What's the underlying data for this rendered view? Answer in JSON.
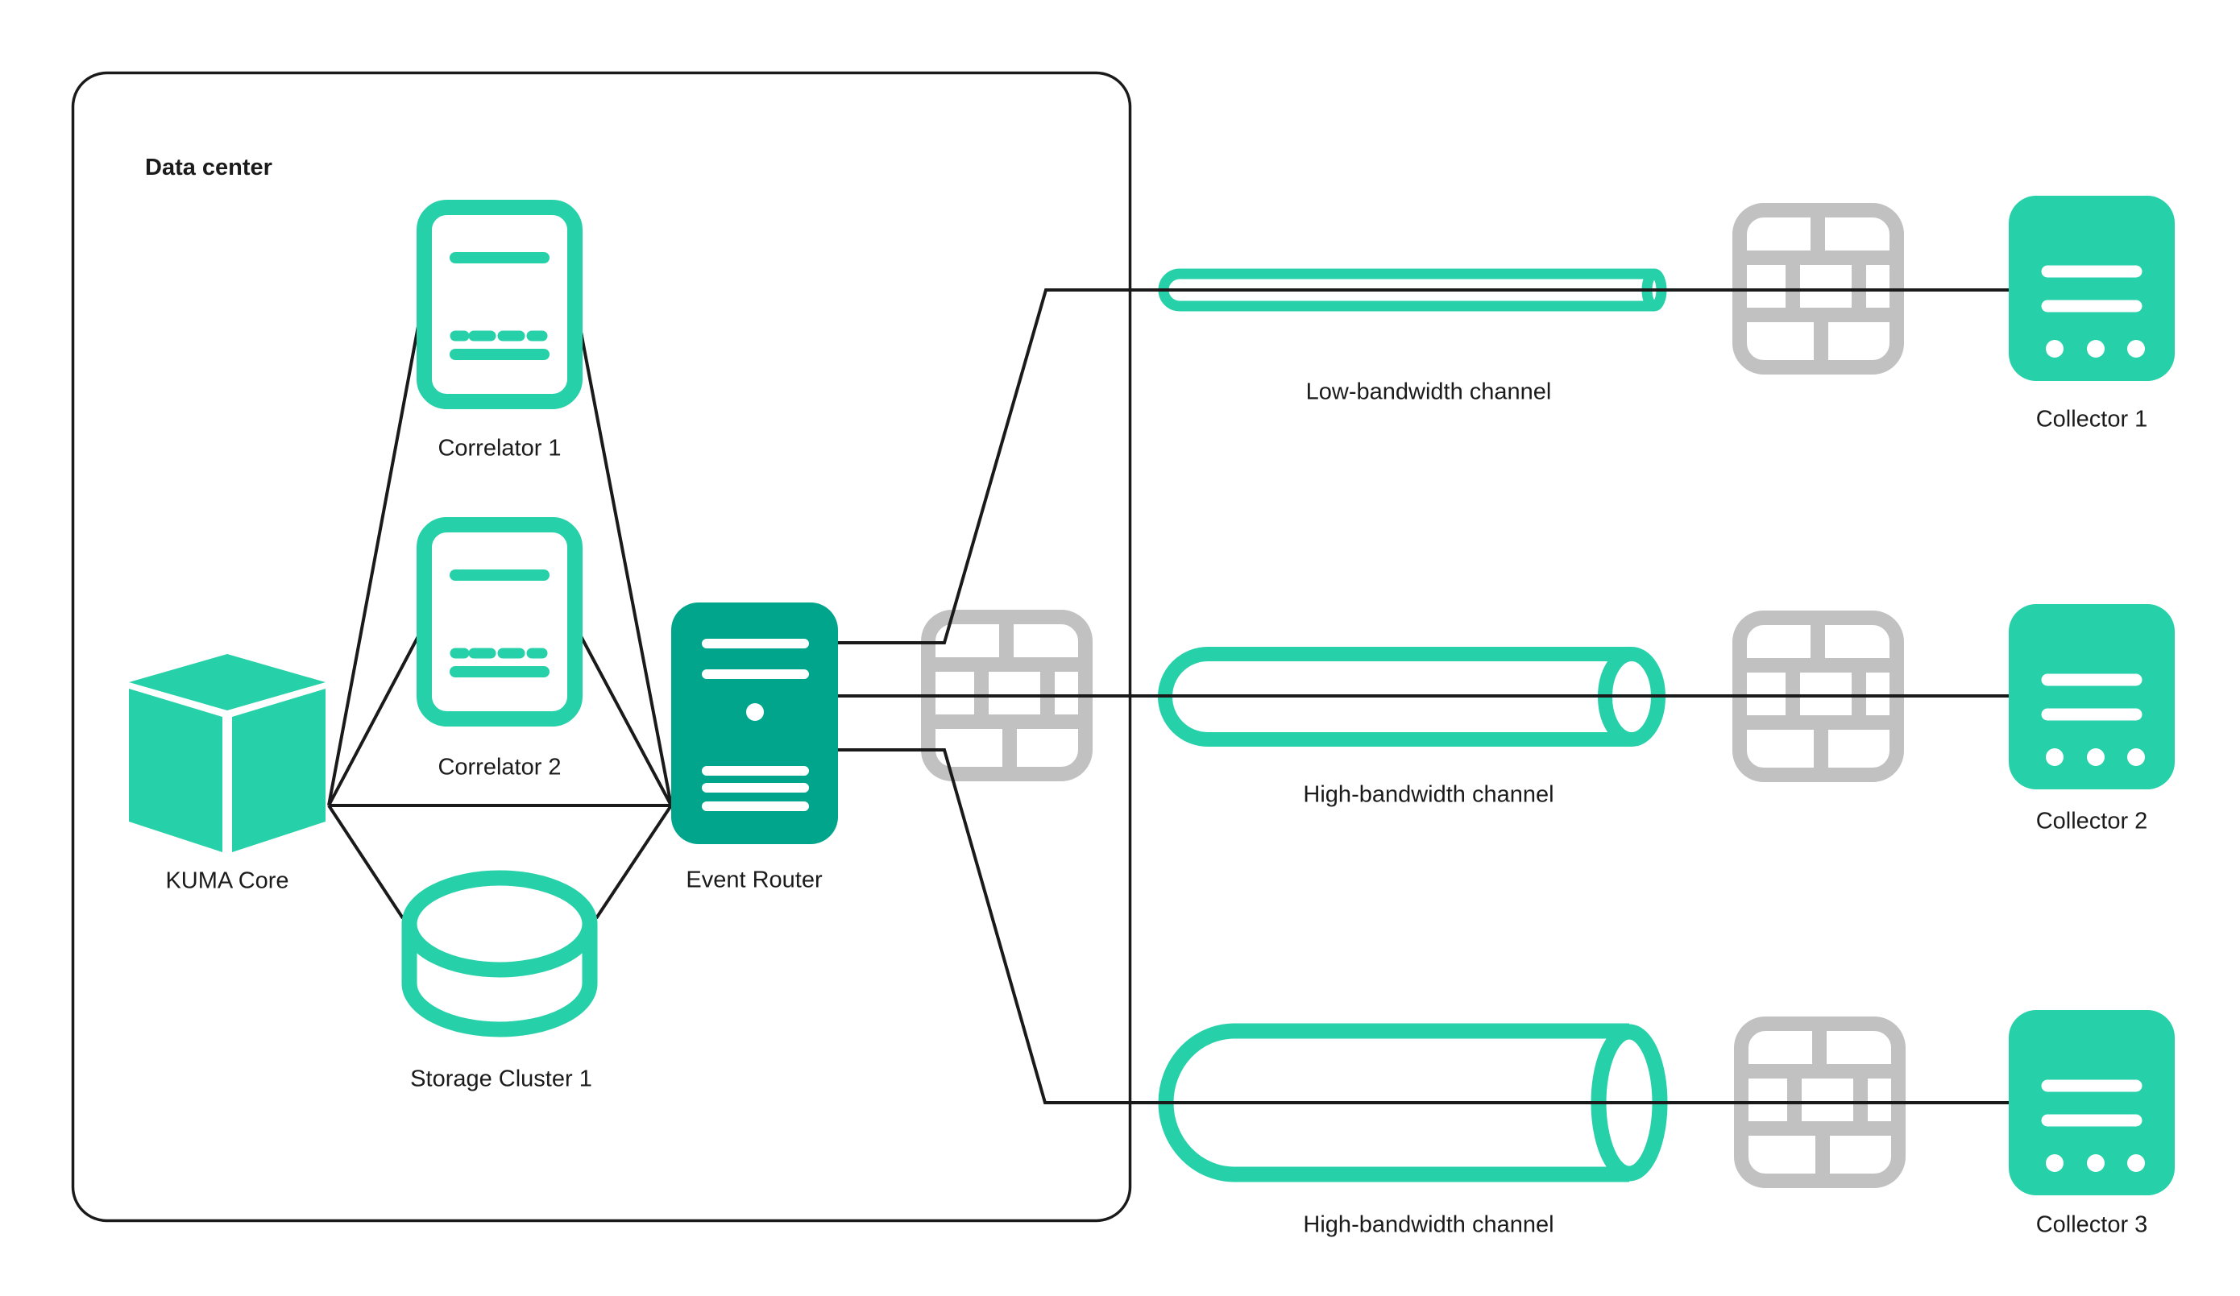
{
  "colors": {
    "teal": "#26d0a8",
    "teal_dark": "#00a58c",
    "gray": "#c1c1c1",
    "line": "#1a1a1a",
    "text": "#1b1b1b",
    "background": "#ffffff"
  },
  "data_center": {
    "label": "Data center"
  },
  "nodes": {
    "kuma_core": {
      "label": "KUMA Core",
      "icon": "cube-icon"
    },
    "correlator_1": {
      "label": "Correlator 1",
      "icon": "document-icon"
    },
    "correlator_2": {
      "label": "Correlator 2",
      "icon": "document-icon"
    },
    "storage_cluster_1": {
      "label": "Storage Cluster 1",
      "icon": "database-cylinder-icon"
    },
    "event_router": {
      "label": "Event Router",
      "icon": "server-icon"
    },
    "collector_1": {
      "label": "Collector 1",
      "icon": "collector-icon"
    },
    "collector_2": {
      "label": "Collector 2",
      "icon": "collector-icon"
    },
    "collector_3": {
      "label": "Collector 3",
      "icon": "collector-icon"
    }
  },
  "channels": {
    "channel_1": {
      "label": "Low-bandwidth channel",
      "type": "low-bandwidth"
    },
    "channel_2": {
      "label": "High-bandwidth channel",
      "type": "high-bandwidth"
    },
    "channel_3": {
      "label": "High-bandwidth channel",
      "type": "high-bandwidth"
    }
  },
  "firewalls": {
    "count": 4,
    "icon": "firewall-brick-wall-icon"
  }
}
